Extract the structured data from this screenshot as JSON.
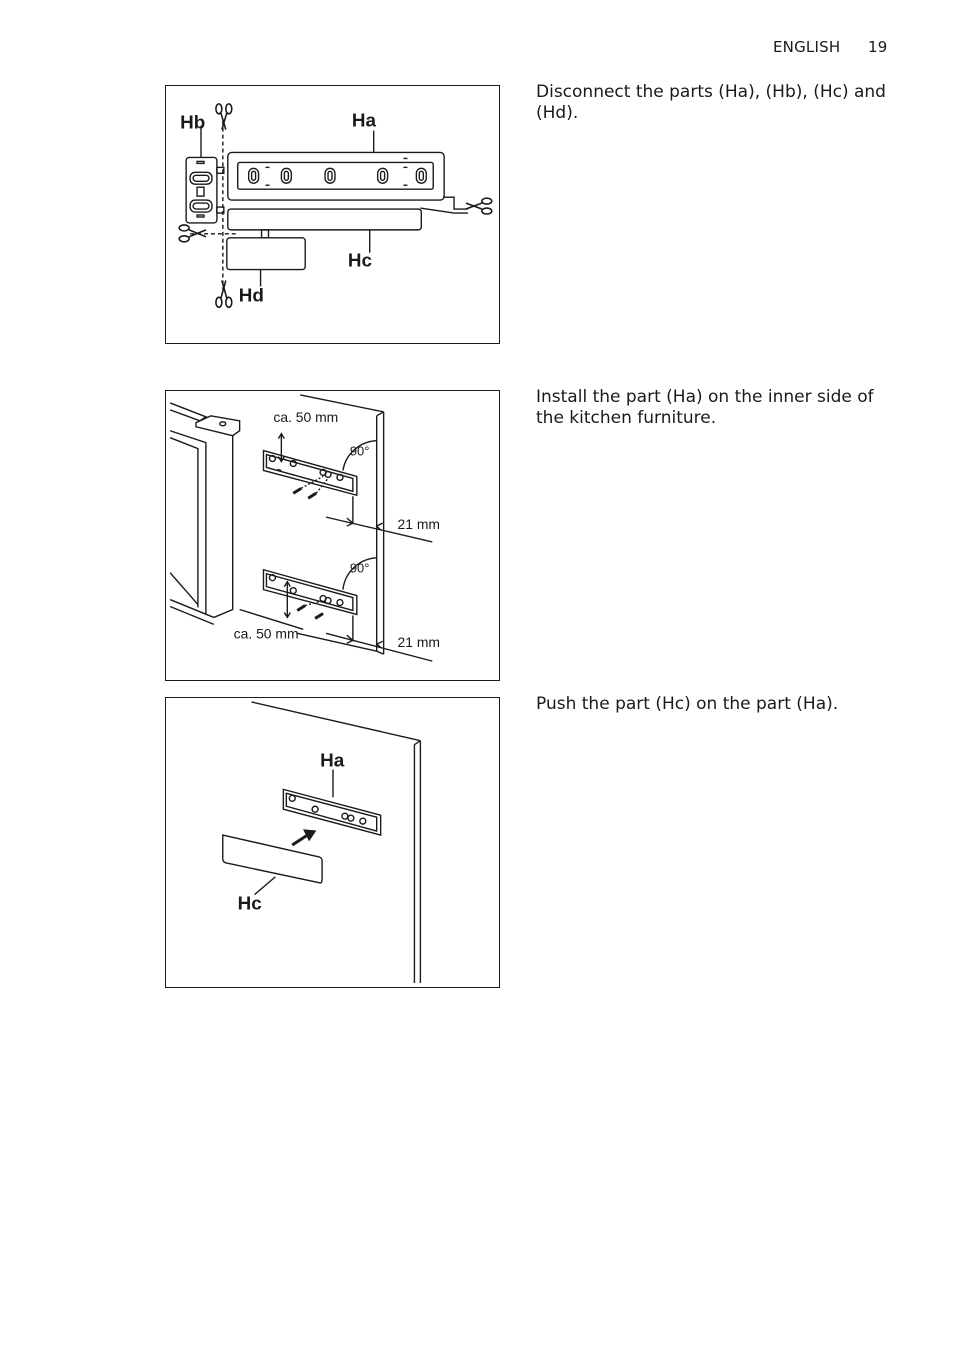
{
  "header": {
    "language": "ENGLISH",
    "page_number": "19"
  },
  "steps": [
    {
      "text": "Disconnect the parts (Ha), (Hb), (Hc) and (Hd).",
      "labels": {
        "ha": "Ha",
        "hb": "Hb",
        "hc": "Hc",
        "hd": "Hd"
      }
    },
    {
      "text": "Install the part (Ha) on the inner side of the kitchen furniture.",
      "dims": {
        "top_offset": "ca. 50 mm",
        "bottom_offset": "ca. 50 mm",
        "upper_edge": "21 mm",
        "lower_edge": "21 mm",
        "upper_angle": "90°",
        "lower_angle": "90°"
      }
    },
    {
      "text": "Push the part (Hc) on the part (Ha).",
      "labels": {
        "ha": "Ha",
        "hc": "Hc"
      }
    }
  ]
}
